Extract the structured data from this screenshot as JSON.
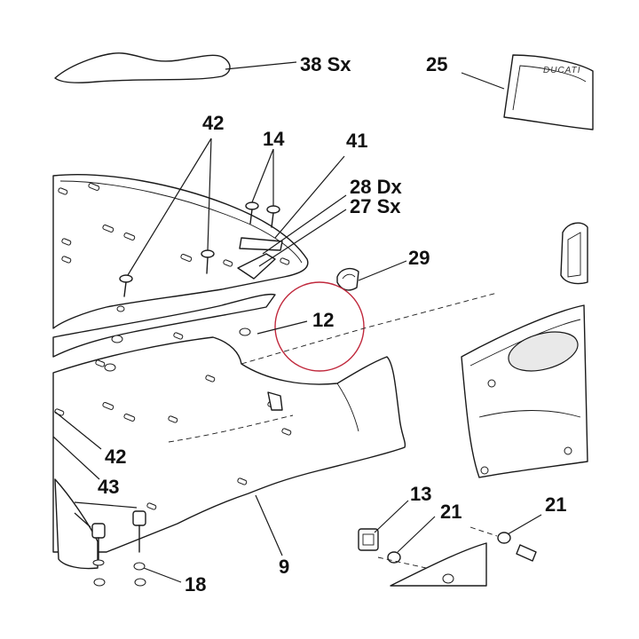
{
  "diagram": {
    "highlight_color": "#c0283c",
    "logo_text": "DUCATI",
    "callouts": [
      {
        "id": "c-38sx",
        "label": "38 Sx"
      },
      {
        "id": "c-25",
        "label": "25"
      },
      {
        "id": "c-42a",
        "label": "42"
      },
      {
        "id": "c-14",
        "label": "14"
      },
      {
        "id": "c-41",
        "label": "41"
      },
      {
        "id": "c-28dx",
        "label": "28 Dx"
      },
      {
        "id": "c-27sx",
        "label": "27 Sx"
      },
      {
        "id": "c-29",
        "label": "29"
      },
      {
        "id": "c-12",
        "label": "12"
      },
      {
        "id": "c-42b",
        "label": "42"
      },
      {
        "id": "c-43",
        "label": "43"
      },
      {
        "id": "c-9",
        "label": "9"
      },
      {
        "id": "c-13",
        "label": "13"
      },
      {
        "id": "c-21a",
        "label": "21"
      },
      {
        "id": "c-21b",
        "label": "21"
      },
      {
        "id": "c-18",
        "label": "18"
      }
    ]
  }
}
